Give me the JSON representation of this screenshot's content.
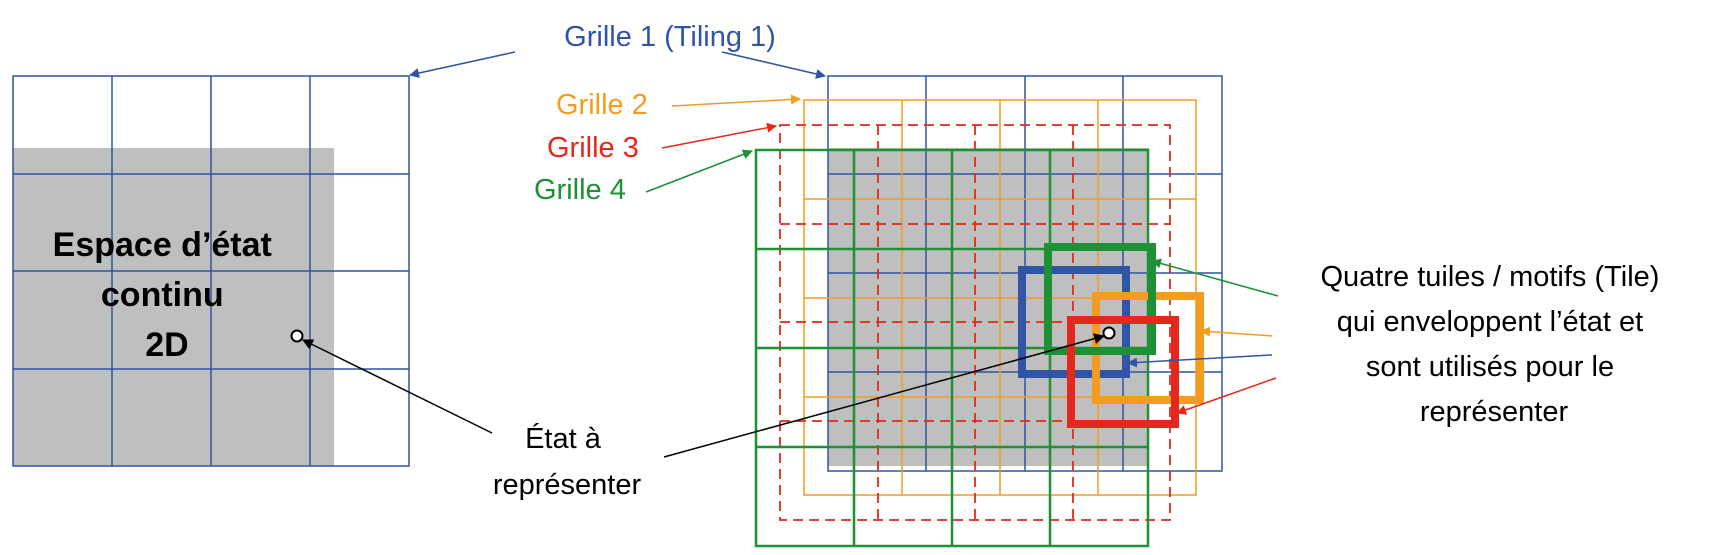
{
  "labels": {
    "tiling1": "Grille 1 (Tiling 1)",
    "grid2": "Grille 2",
    "grid3": "Grille 3",
    "grid4": "Grille 4",
    "state_space": [
      "Espace d’état",
      "continu",
      "2D"
    ],
    "state_point": [
      "État à",
      "représenter"
    ],
    "tiles_caption": [
      "Quatre tuiles / motifs (Tile)",
      "qui enveloppent l’état et",
      "sont utilisés pour le",
      "représenter"
    ]
  },
  "colors": {
    "grid1": "#2f55a4",
    "grid2": "#f39c1f",
    "grid3": "#e4281b",
    "grid4": "#1e9035",
    "shade": "#c0bfbf",
    "text": "#000000"
  }
}
